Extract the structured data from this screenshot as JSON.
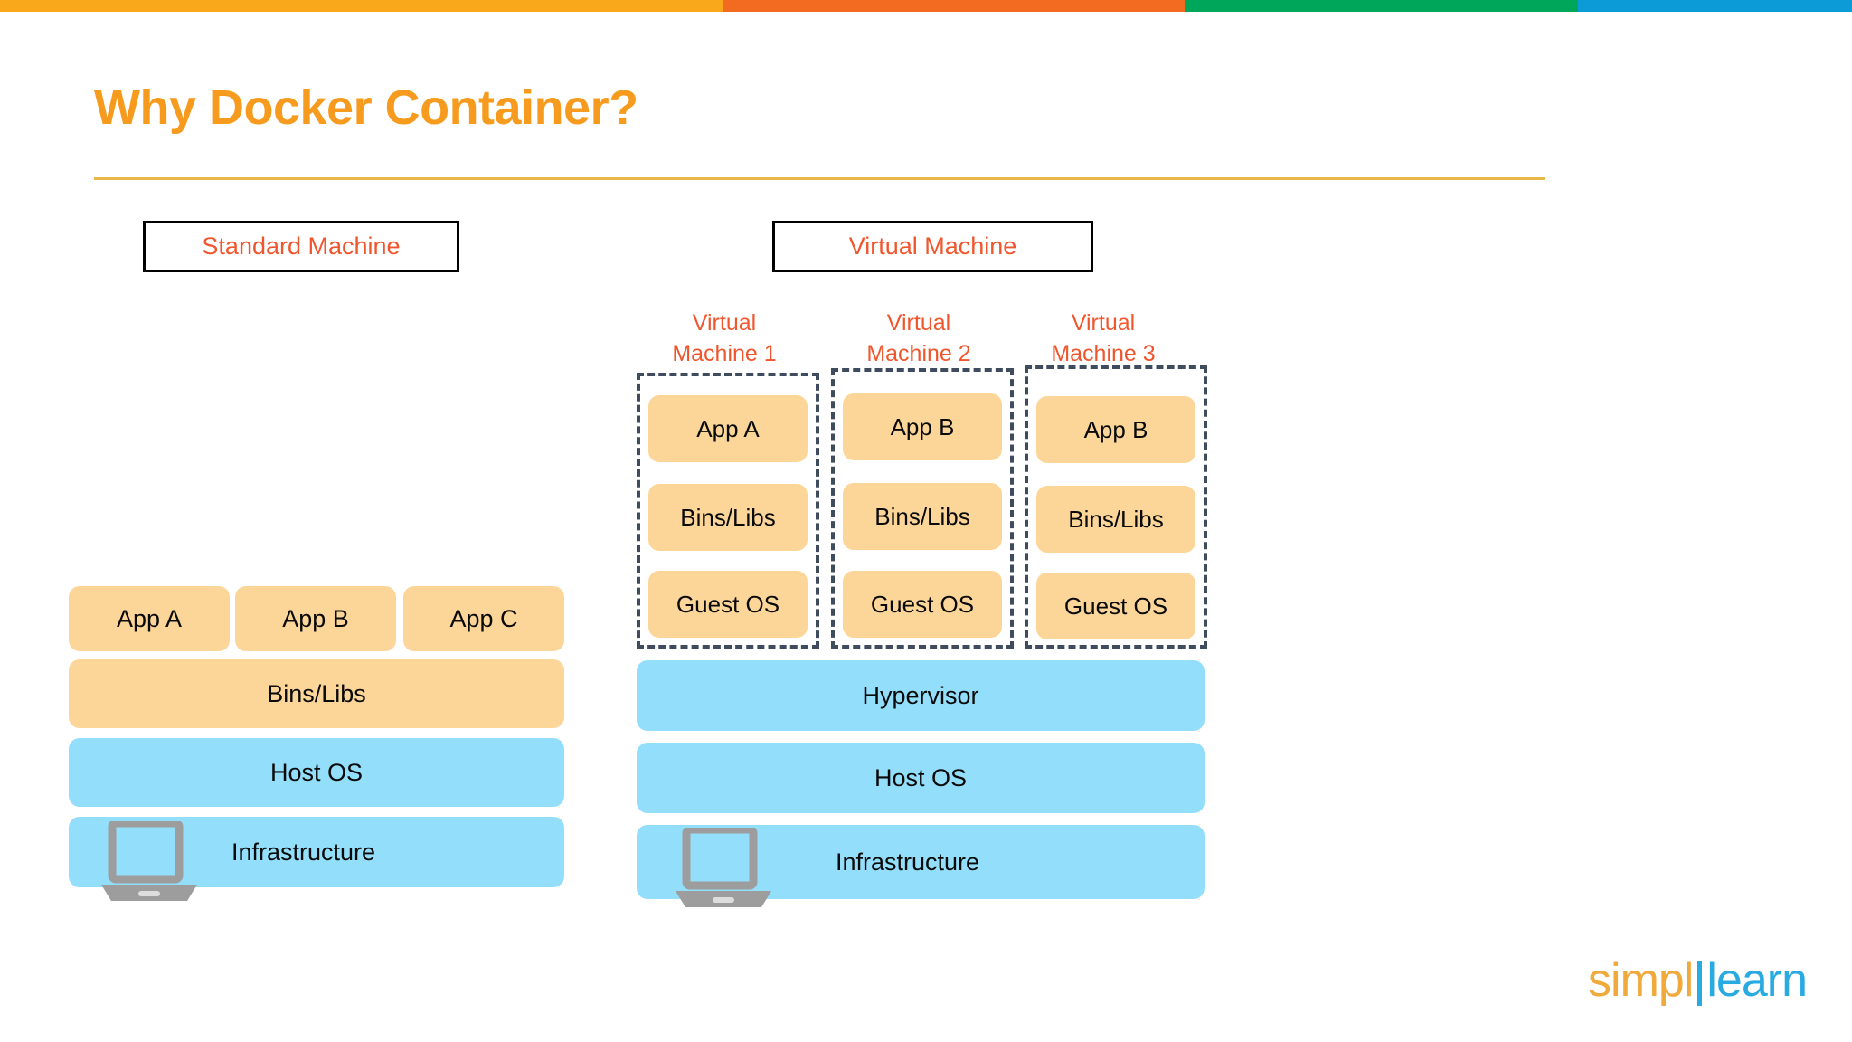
{
  "topbar": {
    "segments": [
      {
        "name": "amber",
        "color": "#F9A71B"
      },
      {
        "name": "orange",
        "color": "#F26B21"
      },
      {
        "name": "green",
        "color": "#00A65A"
      },
      {
        "name": "blue",
        "color": "#0D9BD7"
      }
    ]
  },
  "header": {
    "title": "Why Docker Container?",
    "title_color": "#F79B1E",
    "rule_color": "#E8B84B"
  },
  "sections": {
    "standard": {
      "label": "Standard Machine",
      "label_color": "#F0562D"
    },
    "virtual": {
      "label": "Virtual Machine",
      "label_color": "#F0562D"
    }
  },
  "standard_machine": {
    "apps": [
      "App A",
      "App B",
      "App C"
    ],
    "bins_libs": "Bins/Libs",
    "host_os": "Host OS",
    "infrastructure": "Infrastructure"
  },
  "virtual_machines": {
    "captions": [
      {
        "line1": "Virtual",
        "line2": "Machine 1"
      },
      {
        "line1": "Virtual",
        "line2": "Machine 2"
      },
      {
        "line1": "Virtual",
        "line2": "Machine 3"
      }
    ],
    "columns": [
      {
        "app": "App A",
        "bins_libs": "Bins/Libs",
        "guest_os": "Guest OS"
      },
      {
        "app": "App B",
        "bins_libs": "Bins/Libs",
        "guest_os": "Guest OS"
      },
      {
        "app": "App B",
        "bins_libs": "Bins/Libs",
        "guest_os": "Guest OS"
      }
    ],
    "hypervisor": "Hypervisor",
    "host_os": "Host OS",
    "infrastructure": "Infrastructure"
  },
  "colors": {
    "peach_block": "#FCD699",
    "blue_block": "#92DEFB",
    "dashed_border": "#3E4C5E",
    "laptop_icon": "#9D9D9D",
    "accent_orange": "#F0562D"
  },
  "logo": {
    "part1": "simpl",
    "part2": "learn",
    "part1_color": "#F0A93B",
    "part2_color": "#29ABE2"
  }
}
